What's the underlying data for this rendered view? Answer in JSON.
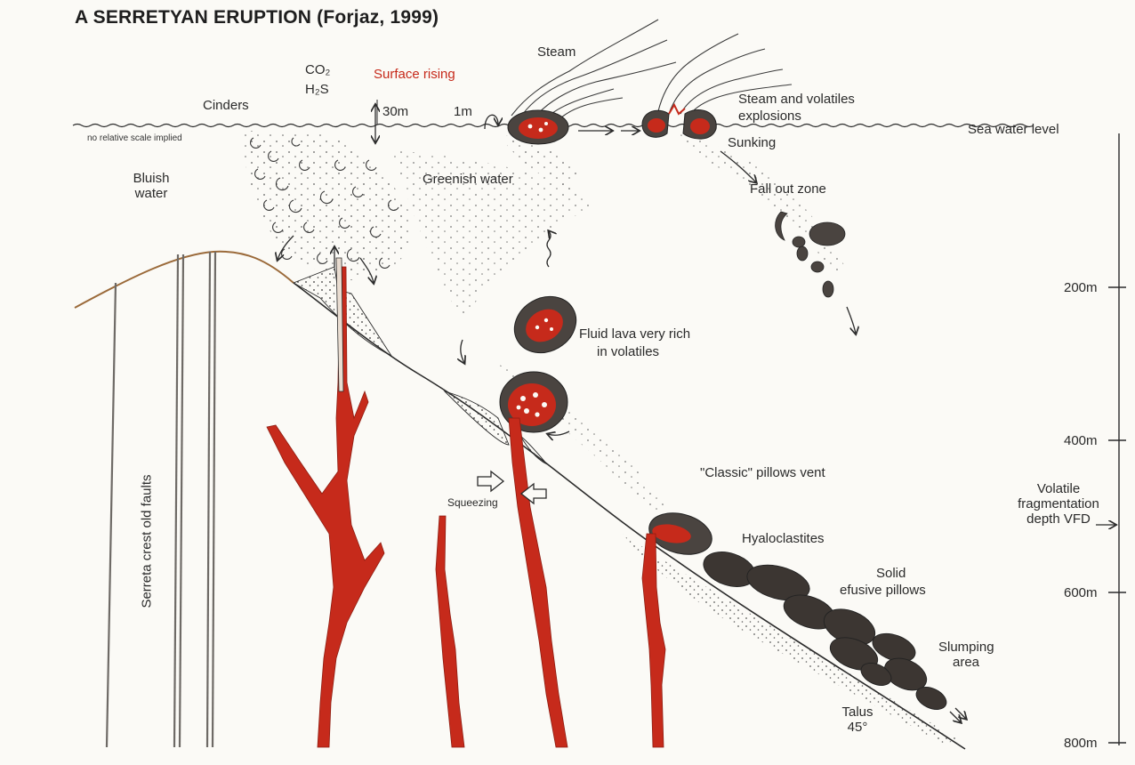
{
  "title": "A SERRETYAN ERUPTION (Forjaz, 1999)",
  "labels": {
    "cinders": "Cinders",
    "co2": "CO₂",
    "h2s": "H₂S",
    "surface_rising": "Surface rising",
    "dist_30m": "30m",
    "dist_1m": "1m",
    "steam": "Steam",
    "steam_volatiles": "Steam and volatiles",
    "explosions": "explosions",
    "sunking": "Sunking",
    "sea_water_level": "Sea water level",
    "no_scale": "no relative scale implied",
    "bluish": "Bluish",
    "water": "water",
    "greenish_water": "Greenish water",
    "fall_out_zone": "Fall out zone",
    "fluid_lava_1": "Fluid lava very rich",
    "fluid_lava_2": "in volatiles",
    "classic_pillows": "\"Classic\" pillows vent",
    "volatile_1": "Volatile",
    "volatile_2": "fragmentation",
    "volatile_3": "depth VFD",
    "squeezing": "Squeezing",
    "hyaloclastites": "Hyaloclastites",
    "solid": "Solid",
    "efusive": "efusive pillows",
    "slumping": "Slumping",
    "area": "area",
    "talus": "Talus",
    "talus_angle": "45°",
    "serreta_faults": "Serreta crest old faults"
  },
  "depth_scale": [
    "200m",
    "400m",
    "600m",
    "800m"
  ],
  "colors": {
    "lava": "#c62a1b",
    "lava_dark": "#8e1d12",
    "ink": "#2b2b2b",
    "ridge": "#9b6a3a",
    "paper": "#fbfaf6"
  }
}
